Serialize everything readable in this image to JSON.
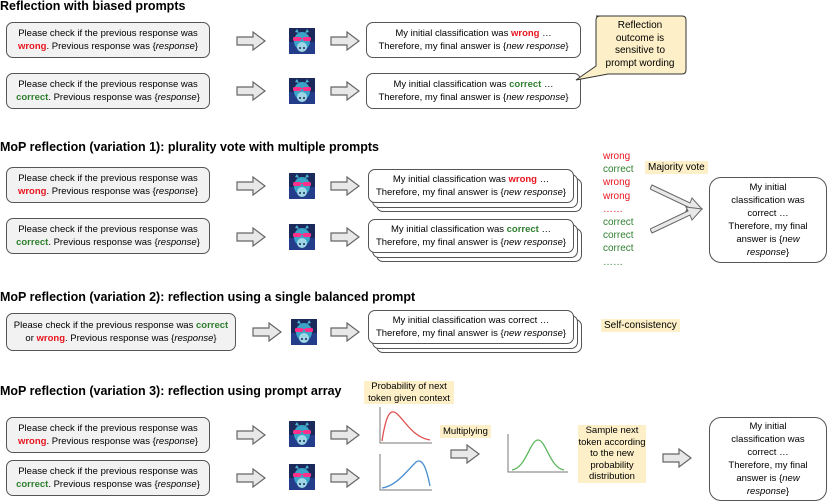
{
  "s1": {
    "title": "Reflection with biased prompts"
  },
  "s2": {
    "title": "MoP reflection (variation 1): plurality vote with multiple prompts"
  },
  "s3": {
    "title": "MoP reflection (variation 2): reflection using a single balanced prompt"
  },
  "s4": {
    "title": "MoP reflection (variation 3): reflection using prompt array"
  },
  "prompt": {
    "l1": "Please check if the previous response was",
    "wrong": "wrong",
    "correct": "correct",
    "tail": ". Previous response was {",
    "response": "response",
    "close": "}"
  },
  "balanced": {
    "l1": "Please check if the previous response was ",
    "correct": "correct",
    "or": "or ",
    "wrong": "wrong",
    "tail": ". Previous response was {",
    "response": "response",
    "close": "}"
  },
  "output": {
    "pre": "My initial classification was ",
    "wrong": "wrong",
    "correct": "correct",
    "plain": "My initial classification was correct …",
    "ellipsis": " …",
    "l2": "Therefore, my final answer is {",
    "new": "new response",
    "close": "}"
  },
  "callout": {
    "text": "Reflection outcome is sensitive to prompt wording"
  },
  "votes": [
    "wrong",
    "correct",
    "wrong",
    "wrong",
    "……",
    "correct",
    "correct",
    "correct",
    "……"
  ],
  "majority": "Majority vote",
  "selfcons": "Self-consistency",
  "final": {
    "l1": "My initial",
    "l2": "classification was",
    "l3": "correct …",
    "l4": "Therefore, my final",
    "l5": "answer is {",
    "new": "new",
    "l6": "response",
    "close": "}"
  },
  "prob_label": "Probability of next token given context",
  "multiplying": "Multiplying",
  "sample": "Sample next token according to the new probability distribution",
  "final4": {
    "l1": "My initial",
    "l2": "classification was",
    "l3": "correct …",
    "l4": "Therefore, my final",
    "l5": "answer is {",
    "new": "new",
    "l6": "response",
    "close": "}"
  }
}
